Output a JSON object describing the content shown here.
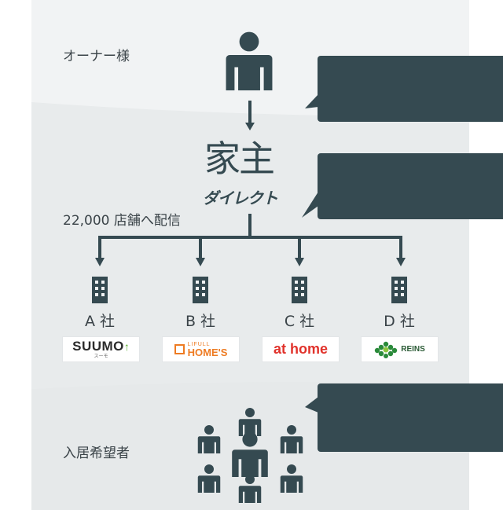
{
  "labels": {
    "owner": "オーナー様",
    "distribution": "22,000 店舗へ配信",
    "seekers": "入居希望者"
  },
  "brand": {
    "kanji_left": "家",
    "kanji_right": "主",
    "katakana": "ダイレクト"
  },
  "companies": [
    {
      "name": "A 社",
      "logo": "SUUMO",
      "logo_sub": "スーモ"
    },
    {
      "name": "B 社",
      "logo_top": "LIFULL",
      "logo": "HOME'S"
    },
    {
      "name": "C 社",
      "logo": "at home"
    },
    {
      "name": "D 社",
      "logo": "REINS"
    }
  ],
  "colors": {
    "dark": "#354a51",
    "band": "#e8ebec",
    "band_light": "#f1f3f4",
    "text": "#3a4348",
    "suumo_green": "#5bb030",
    "homes_orange": "#ee7b22",
    "athome_red": "#e1322b",
    "reins_green": "#2a8a3a"
  },
  "icons": [
    "person-icon",
    "building-icon",
    "arrow-down-icon",
    "callout-bubble"
  ]
}
